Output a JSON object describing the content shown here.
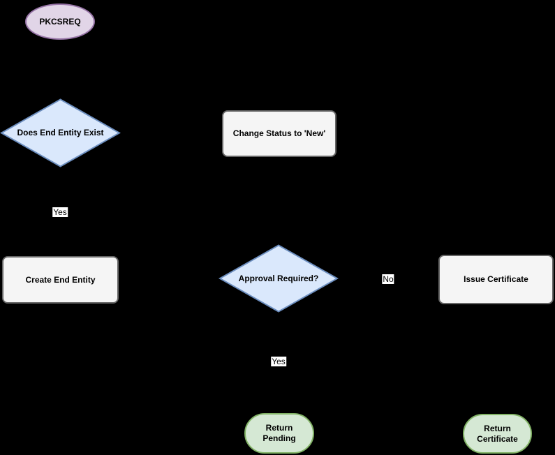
{
  "diagram": {
    "type": "flowchart",
    "background_color": "#000000",
    "palette": {
      "purple_fill": "#e1d5e7",
      "purple_stroke": "#9673a6",
      "blue_fill": "#dae8fc",
      "blue_stroke": "#6c8ebf",
      "gray_fill": "#f5f5f5",
      "gray_stroke": "#666666",
      "green_fill": "#d5e8d4",
      "green_stroke": "#82b366",
      "text_color": "#000000",
      "edge_label_background": "#ffffff"
    },
    "nodes": {
      "pkcsreq": {
        "label": "PKCSREQ",
        "shape": "ellipse",
        "fill": "#e1d5e7",
        "stroke": "#9673a6"
      },
      "does_end_entity_exist": {
        "label": "Does End Entity Exist",
        "shape": "decision-diamond",
        "fill": "#dae8fc",
        "stroke": "#6c8ebf"
      },
      "change_status_new": {
        "label": "Change Status to 'New'",
        "shape": "rounded-rectangle",
        "fill": "#f5f5f5",
        "stroke": "#666666"
      },
      "create_end_entity": {
        "label": "Create End Entity",
        "shape": "rounded-rectangle",
        "fill": "#f5f5f5",
        "stroke": "#666666"
      },
      "approval_required": {
        "label": "Approval Required?",
        "shape": "decision-diamond",
        "fill": "#dae8fc",
        "stroke": "#6c8ebf"
      },
      "issue_certificate": {
        "label": "Issue Certificate",
        "shape": "rounded-rectangle",
        "fill": "#f5f5f5",
        "stroke": "#666666"
      },
      "return_pending": {
        "label": "Return Pending",
        "shape": "stadium",
        "fill": "#d5e8d4",
        "stroke": "#82b366"
      },
      "return_certificate": {
        "label": "Return Certificate",
        "shape": "stadium",
        "fill": "#d5e8d4",
        "stroke": "#82b366"
      }
    },
    "edge_labels": {
      "yes_exist": "Yes",
      "no_approval": "No",
      "yes_approval": "Yes"
    }
  }
}
